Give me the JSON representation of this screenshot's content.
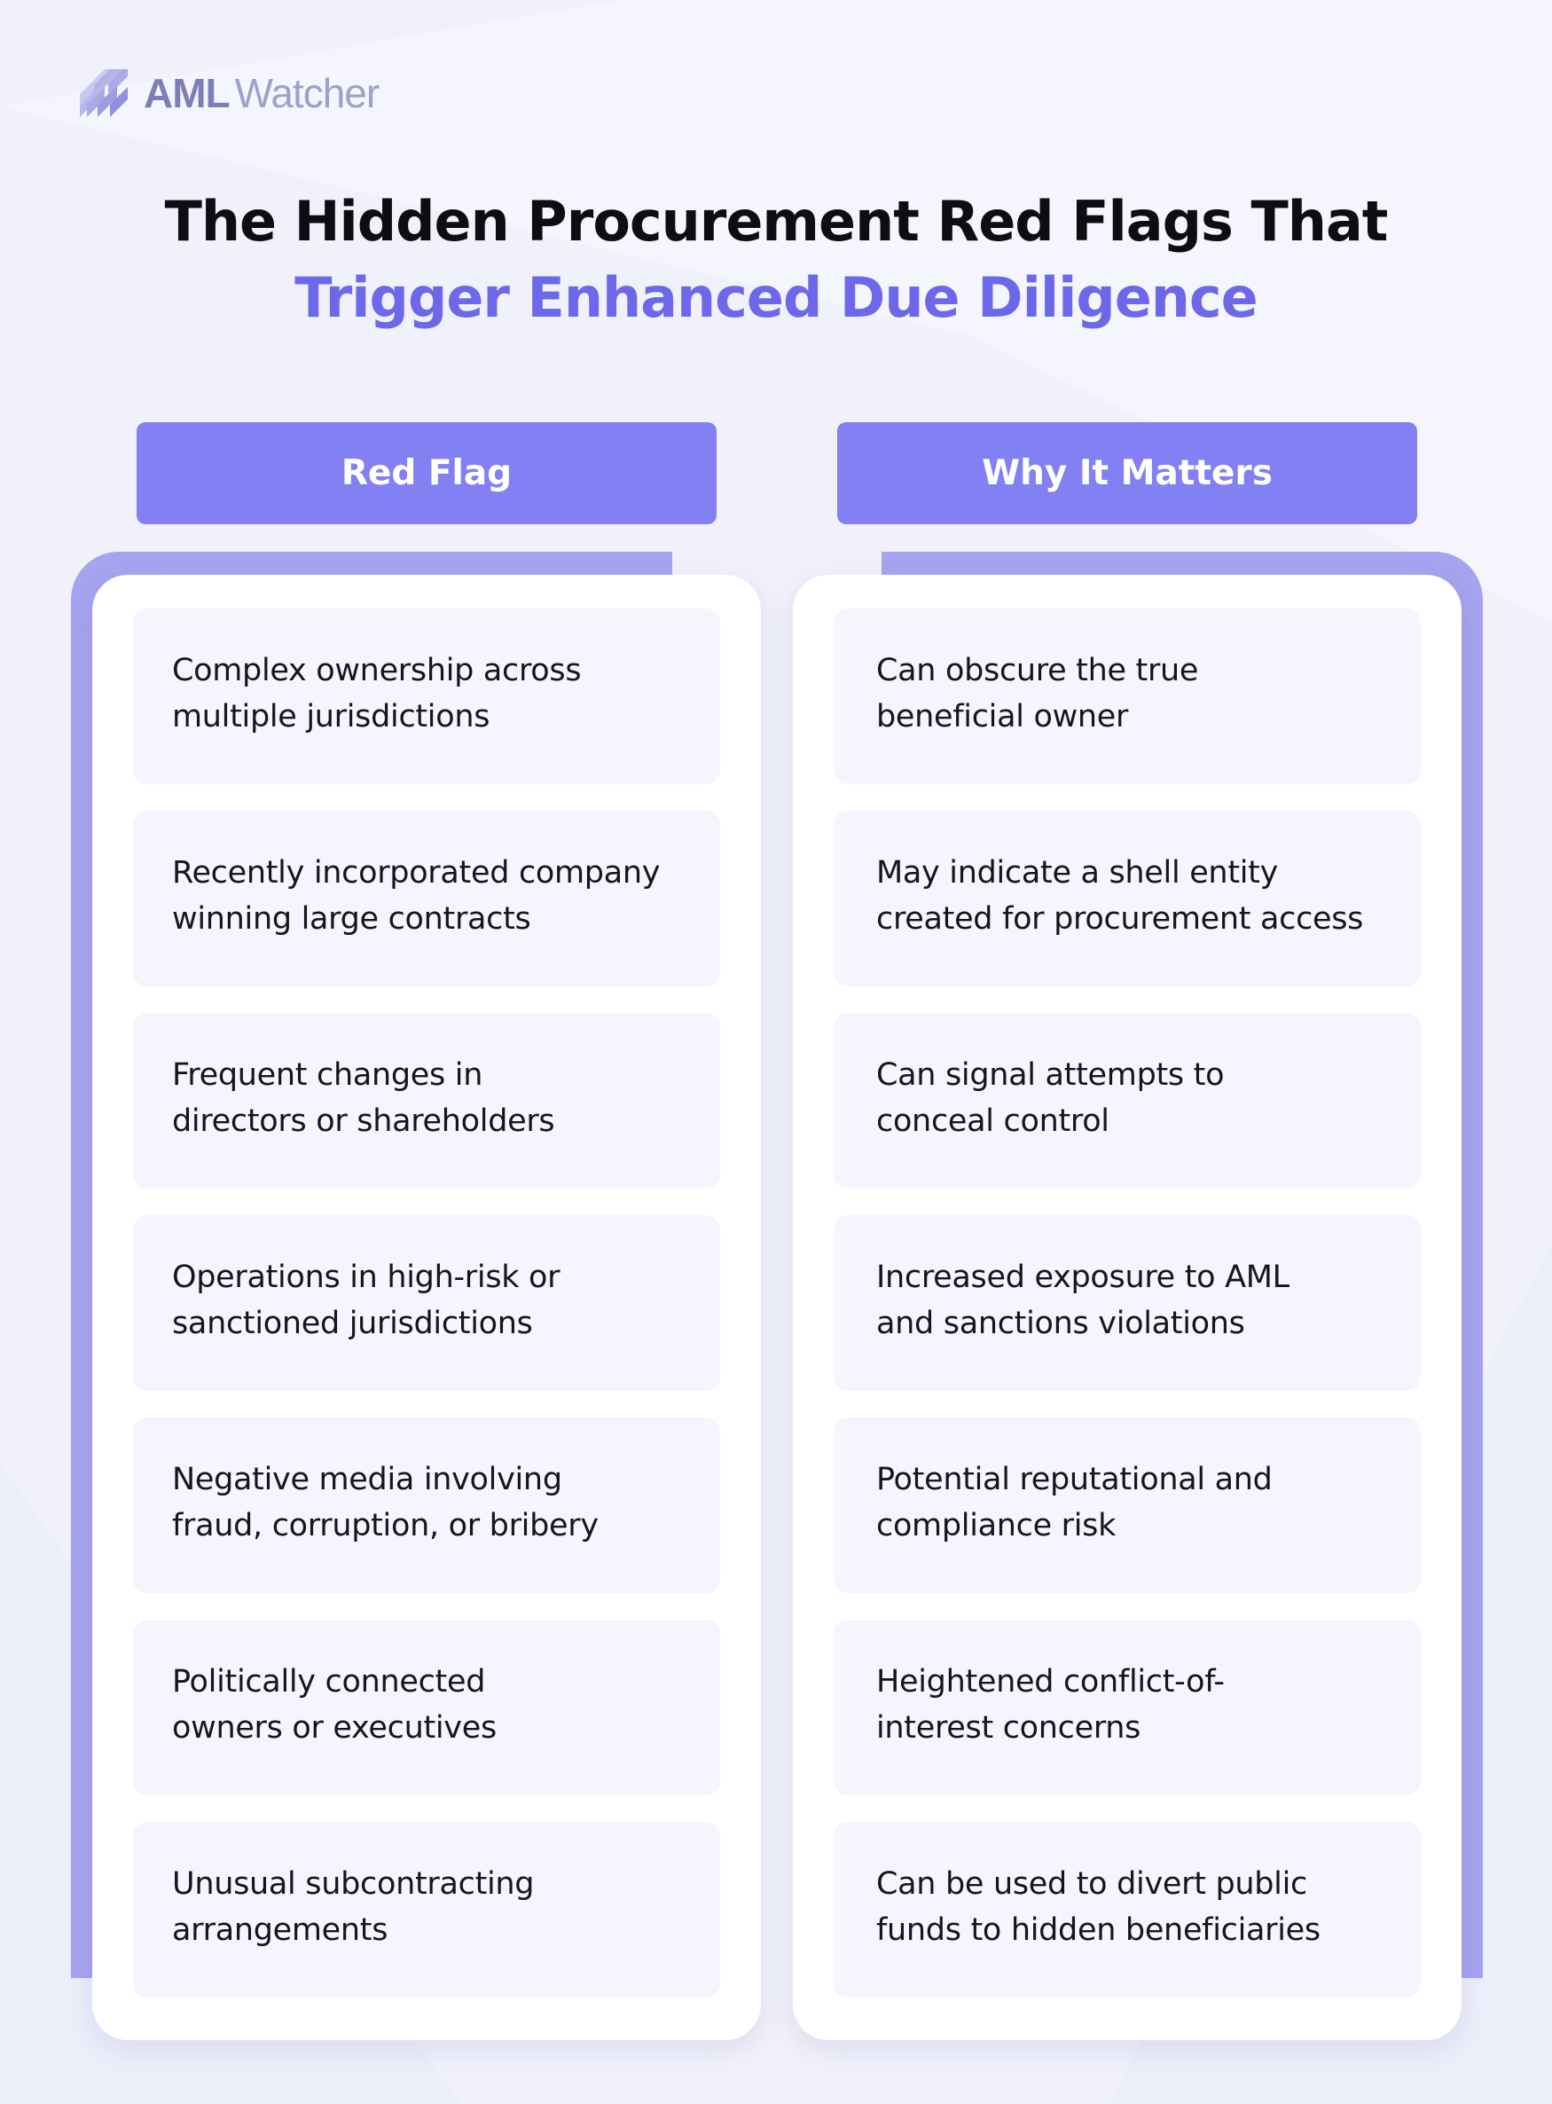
{
  "brand": {
    "name_bold": "AML",
    "name_light": "Watcher",
    "logo_icon": "diagonal-stripes-logo-icon",
    "accent_color": "#8280f2"
  },
  "title": {
    "line1": "The Hidden Procurement Red Flags That",
    "line2": "Trigger Enhanced Due Diligence",
    "line2_color": "#6d68ea"
  },
  "columns": {
    "left_header": "Red Flag",
    "right_header": "Why It Matters"
  },
  "rows": [
    {
      "red_flag": [
        "Complex ownership across",
        "multiple jurisdictions"
      ],
      "why": [
        "Can obscure the true",
        "beneficial owner"
      ]
    },
    {
      "red_flag": [
        "Recently incorporated company",
        "winning large contracts"
      ],
      "why": [
        "May indicate a shell entity",
        "created for procurement access"
      ]
    },
    {
      "red_flag": [
        "Frequent changes in",
        "directors or shareholders"
      ],
      "why": [
        "Can signal attempts to",
        "conceal control"
      ]
    },
    {
      "red_flag": [
        "Operations in high-risk or",
        "sanctioned jurisdictions"
      ],
      "why": [
        "Increased exposure to AML",
        "and sanctions violations"
      ]
    },
    {
      "red_flag": [
        "Negative media involving",
        "fraud, corruption, or bribery"
      ],
      "why": [
        "Potential reputational and",
        "compliance risk"
      ]
    },
    {
      "red_flag": [
        "Politically connected",
        "owners or executives"
      ],
      "why": [
        "Heightened conflict-of-",
        "interest concerns"
      ]
    },
    {
      "red_flag": [
        "Unusual subcontracting",
        "arrangements"
      ],
      "why": [
        "Can be used to divert public",
        "funds to hidden beneficiaries"
      ]
    }
  ]
}
